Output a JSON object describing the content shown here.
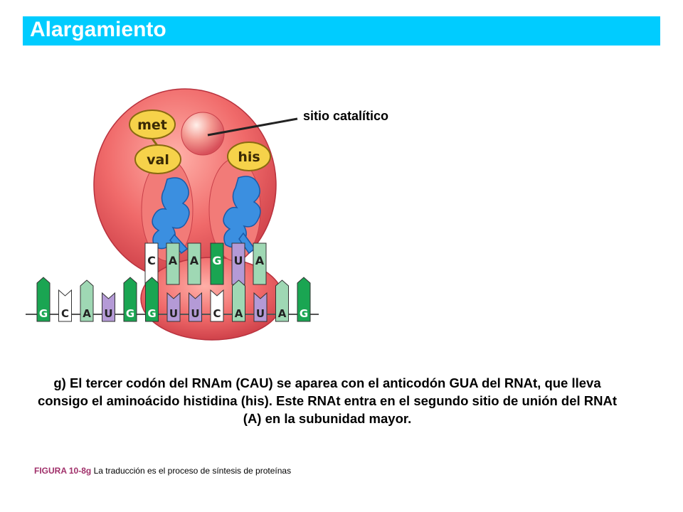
{
  "header": {
    "title": "Alargamiento"
  },
  "diagram": {
    "catalytic_label": "sitio catalítico",
    "amino_acids": [
      "met",
      "val",
      "his"
    ],
    "mrna_bases": [
      "G",
      "C",
      "A",
      "U",
      "G",
      "G",
      "U",
      "U",
      "C",
      "A",
      "U",
      "A",
      "G"
    ],
    "trna_left_anticodon": [
      "C",
      "A",
      "A"
    ],
    "trna_right_anticodon": [
      "G",
      "U",
      "A"
    ],
    "colors": {
      "title_bar": "#00ccff",
      "ribosome": "#e8555a",
      "amino_acid": "#f6d24a",
      "base_G": "#1aa552",
      "base_C": "#ffffff",
      "base_A": "#9fd8b4",
      "base_U": "#b49ad6",
      "trna": "#3b8fe0"
    }
  },
  "caption": "g) El tercer codón del RNAm (CAU) se aparea con el anticodón GUA del RNAt, que lleva consigo el aminoácido histidina (his). Este RNAt entra en el segundo sitio de unión del RNAt (A) en la subunidad mayor.",
  "figure_note": {
    "label": "FIGURA 10-8g",
    "text": "La traducción es el proceso de síntesis de proteínas"
  }
}
